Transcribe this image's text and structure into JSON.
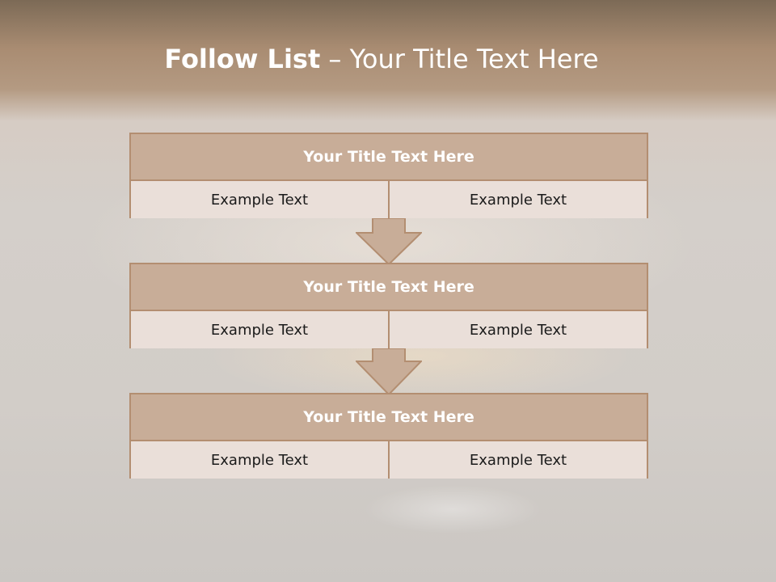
{
  "slide": {
    "title_bold": "Follow List",
    "title_rest": " – Your Title Text Here"
  },
  "steps": [
    {
      "title": "Your Title Text Here",
      "left": "Example Text",
      "right": "Example Text"
    },
    {
      "title": "Your Title Text Here",
      "left": "Example Text",
      "right": "Example Text"
    },
    {
      "title": "Your Title Text Here",
      "left": "Example Text",
      "right": "Example Text"
    }
  ],
  "colors": {
    "header_fill": "#c8ad98",
    "cell_fill": "#eadfd9",
    "border": "#b38e71",
    "arrow_fill": "#c8ad98"
  },
  "icons": [
    "down-arrow-icon",
    "down-arrow-icon"
  ]
}
